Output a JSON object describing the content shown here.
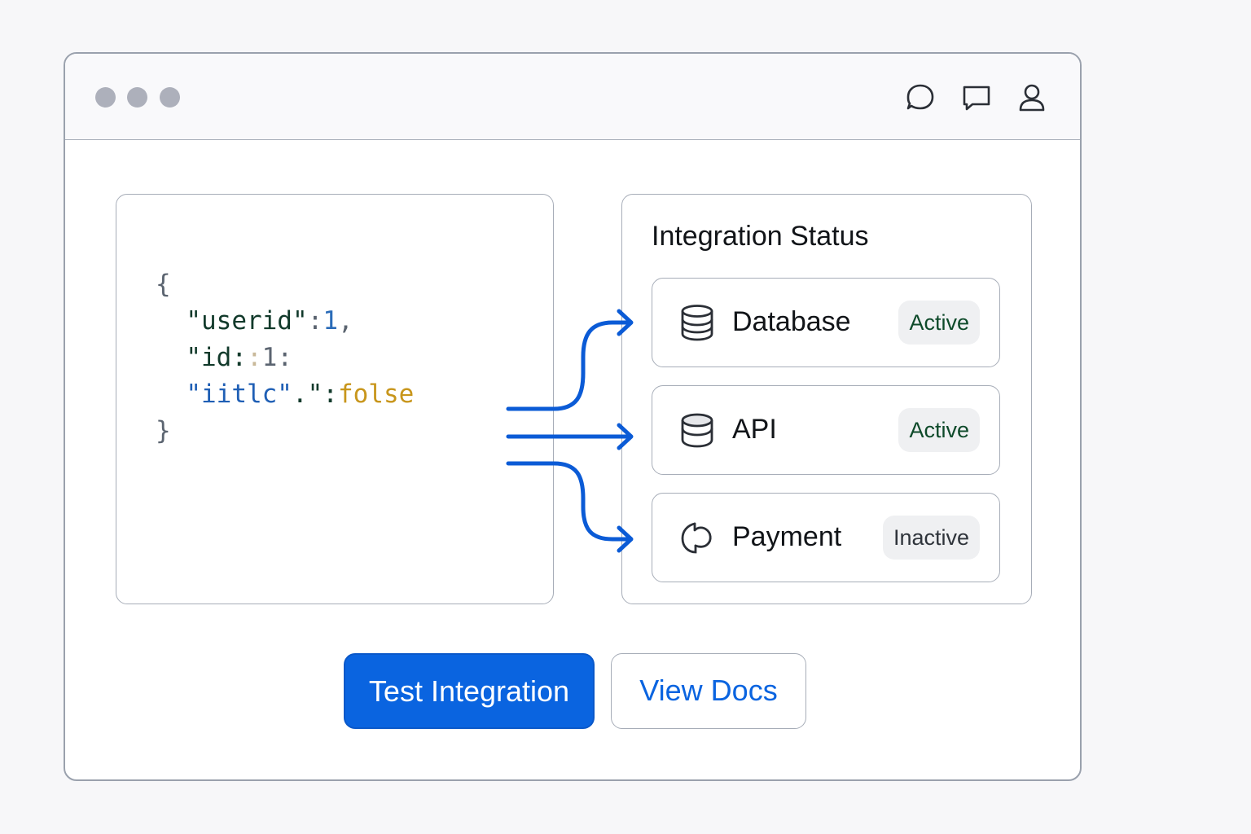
{
  "window": {
    "controls": [
      "dot-1",
      "dot-2",
      "dot-3"
    ],
    "toolbar_icons": [
      "chat-bubble-icon",
      "comment-icon",
      "user-icon"
    ]
  },
  "code_panel": {
    "lines": [
      [
        {
          "t": "{",
          "c": "c-punct"
        }
      ],
      [
        {
          "t": "  ",
          "c": ""
        },
        {
          "t": "\"userid\"",
          "c": "c-str"
        },
        {
          "t": ":",
          "c": "c-punct"
        },
        {
          "t": "1",
          "c": "c-num"
        },
        {
          "t": ",",
          "c": "c-punct"
        }
      ],
      [
        {
          "t": "  ",
          "c": ""
        },
        {
          "t": "\"id:",
          "c": "c-str"
        },
        {
          "t": ":",
          "c": "c-faint"
        },
        {
          "t": "1:",
          "c": "c-punct"
        }
      ],
      [
        {
          "t": "  ",
          "c": ""
        },
        {
          "t": "\"iitlc\"",
          "c": "c-kw"
        },
        {
          "t": ".\":",
          "c": "c-str"
        },
        {
          "t": "folse",
          "c": "c-bool"
        }
      ],
      [
        {
          "t": "}",
          "c": "c-punct"
        }
      ]
    ]
  },
  "status_panel": {
    "title": "Integration Status",
    "items": [
      {
        "label": "Database",
        "status": "Active",
        "icon": "database-icon"
      },
      {
        "label": "API",
        "status": "Active",
        "icon": "api-icon"
      },
      {
        "label": "Payment",
        "status": "Inactive",
        "icon": "payment-icon"
      }
    ]
  },
  "actions": {
    "primary_label": "Test Integration",
    "secondary_label": "View Docs"
  },
  "colors": {
    "accent": "#0a64e0",
    "connector": "#0b5bd6",
    "active_text": "#0e4a2a"
  }
}
